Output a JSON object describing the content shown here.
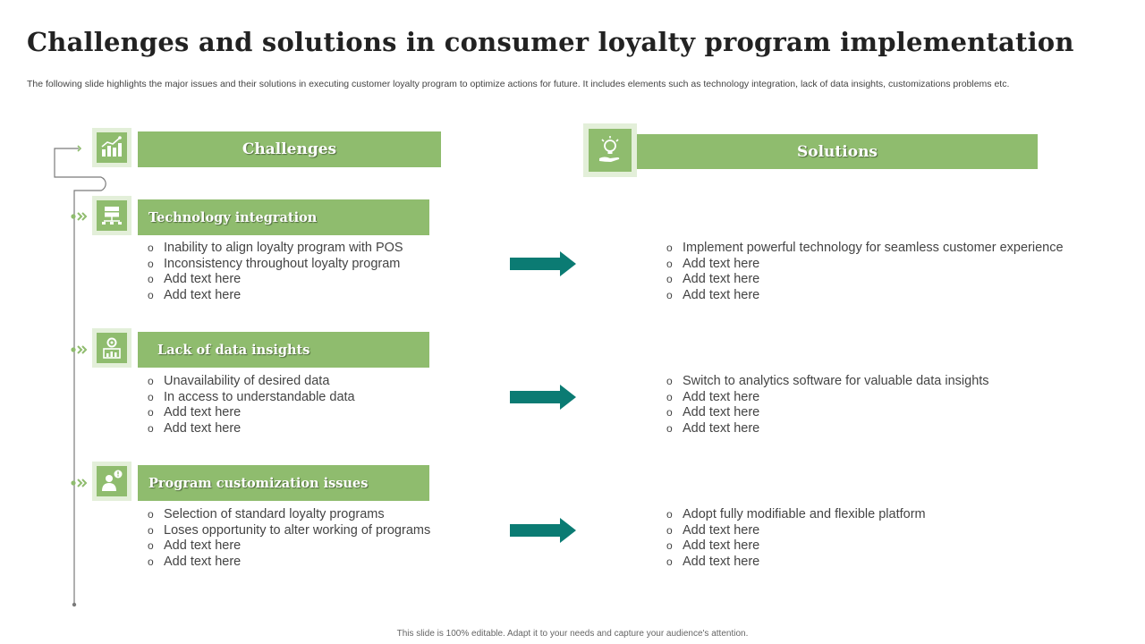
{
  "title": "Challenges and solutions in consumer loyalty program implementation",
  "subtitle": "The following slide highlights the major issues and their solutions in executing customer loyalty program to optimize actions for future. It includes elements such as technology integration, lack of data insights, customizations problems etc.",
  "headers": {
    "challenges": "Challenges",
    "solutions": "Solutions"
  },
  "bullet_glyph": "o",
  "rows": [
    {
      "category": "Technology integration",
      "icon": "server-network-icon",
      "challenges": [
        "Inability  to align loyalty program with POS",
        "Inconsistency throughout loyalty program",
        "Add text here",
        "Add text here"
      ],
      "solutions": [
        "Implement powerful technology for seamless customer experience",
        "Add text here",
        "Add text here",
        "Add text here"
      ]
    },
    {
      "category": "Lack of data insights",
      "icon": "data-analytics-icon",
      "challenges": [
        "Unavailability  of desired data",
        "In access to understandable data",
        "Add text here",
        "Add text here"
      ],
      "solutions": [
        "Switch to analytics software for valuable data insights",
        "Add text here",
        "Add text here",
        "Add text here"
      ]
    },
    {
      "category": "Program customization issues",
      "icon": "user-issue-icon",
      "challenges": [
        "Selection of standard loyalty programs",
        "Loses opportunity to alter working of programs",
        "Add text here",
        "Add text here"
      ],
      "solutions": [
        "Adopt fully modifiable and flexible platform",
        "Add text here",
        "Add text here",
        "Add text here"
      ]
    }
  ],
  "colors": {
    "green": "#8fbc6e",
    "light_green": "#e3efd9",
    "teal_arrow": "#0b7b73",
    "timeline": "#7a7a7a"
  },
  "footer": "This slide is 100% editable. Adapt it to your needs and capture your audience's attention."
}
